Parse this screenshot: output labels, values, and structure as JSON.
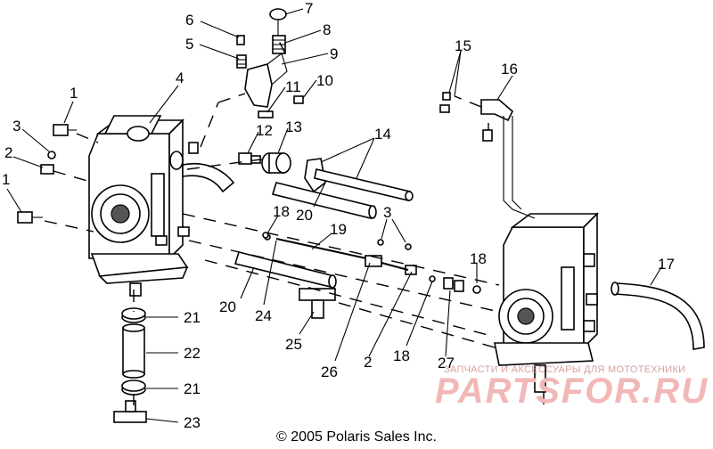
{
  "callouts": [
    "1",
    "1",
    "2",
    "2",
    "3",
    "3",
    "4",
    "5",
    "6",
    "7",
    "8",
    "9",
    "10",
    "11",
    "12",
    "13",
    "14",
    "15",
    "16",
    "17",
    "18",
    "18",
    "18",
    "19",
    "20",
    "20",
    "21",
    "21",
    "22",
    "23",
    "24",
    "25",
    "26",
    "27"
  ],
  "copyright": "© 2005 Polaris Sales Inc.",
  "watermark": {
    "tagline": "ЗАПЧАСТИ И АКСЕССУАРЫ ДЛЯ МОТОТЕХНИКИ",
    "logo": "PARTSFOR.RU"
  }
}
